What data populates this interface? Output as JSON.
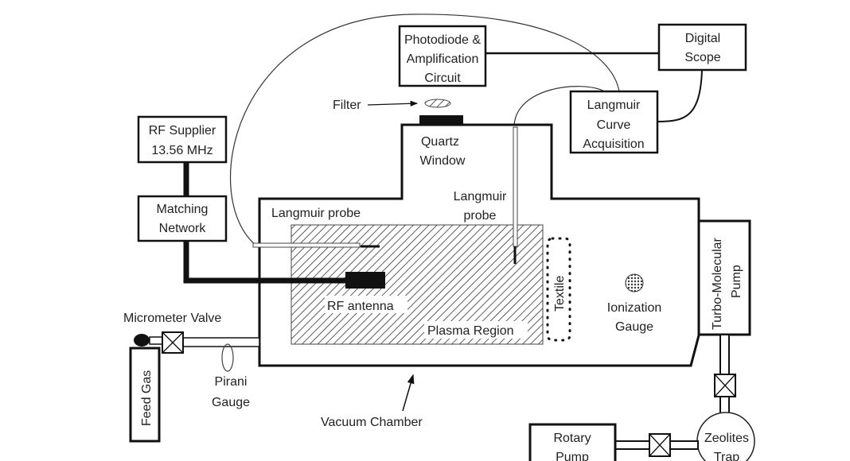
{
  "labels": {
    "photodiode": [
      "Photodiode &",
      "Amplification",
      "Circuit"
    ],
    "digital_scope": [
      "Digital",
      "Scope"
    ],
    "langmuir_curve": [
      "Langmuir",
      "Curve",
      "Acquisition"
    ],
    "filter": "Filter",
    "quartz_window": [
      "Quartz",
      "Window"
    ],
    "rf_supplier": [
      "RF Supplier",
      "13.56 MHz"
    ],
    "matching_network": [
      "Matching",
      "Network"
    ],
    "langmuir_probe_left": "Langmuir probe",
    "langmuir_probe_top": [
      "Langmuir",
      "probe"
    ],
    "rf_antenna": "RF antenna",
    "plasma_region": "Plasma Region",
    "textile": "Textile",
    "ionization_gauge": [
      "Ionization",
      "Gauge"
    ],
    "turbo_pump": [
      "Turbo-Molecular",
      "Pump"
    ],
    "micrometer_valve": "Micrometer Valve",
    "feed_gas": "Feed Gas",
    "pirani_gauge": [
      "Pirani",
      "Gauge"
    ],
    "vacuum_chamber": "Vacuum Chamber",
    "rotary_pump": [
      "Rotary",
      "Pump"
    ],
    "zeolites_trap": [
      "Zeolites",
      "Trap"
    ]
  }
}
